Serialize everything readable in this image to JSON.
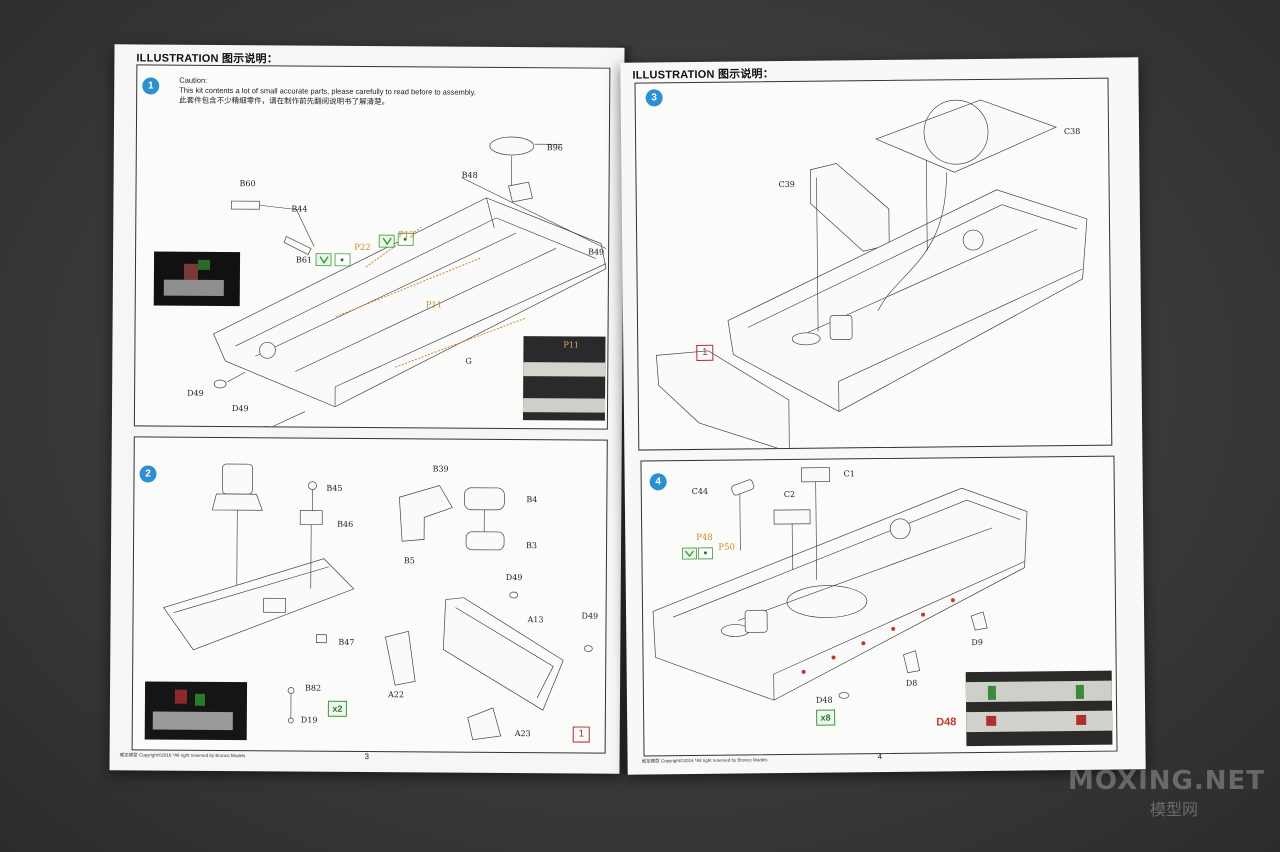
{
  "left_page": {
    "header": "ILLUSTRATION 图示说明：",
    "caution_title": "Caution:",
    "caution_en": "This kit contents a lot of small accurate parts, please carefully to read before to assembly.",
    "caution_cn": "此套件包含不少精细零件，请在制作前先翻阅说明书了解清楚。",
    "steps": [
      {
        "number": "1",
        "labels": [
          "B96",
          "B48",
          "B60",
          "B44",
          "B61",
          "P22",
          "P12",
          "B49",
          "P11",
          "G",
          "D49",
          "D49"
        ],
        "photo_label": "P11"
      },
      {
        "number": "2",
        "labels": [
          "B45",
          "B46",
          "B39",
          "B4",
          "B3",
          "B5",
          "D49",
          "D49",
          "A13",
          "B47",
          "A22",
          "B82",
          "D19",
          "A23"
        ],
        "multiplier": "x2",
        "ref": "1"
      }
    ],
    "footer": "威龙模型  Copyright©2016  *All right reserved by Bronco Models",
    "page_number": "3"
  },
  "right_page": {
    "header": "ILLUSTRATION 图示说明：",
    "steps": [
      {
        "number": "3",
        "labels": [
          "C38",
          "C39"
        ],
        "ref": "1"
      },
      {
        "number": "4",
        "labels": [
          "C1",
          "C44",
          "C2",
          "P48",
          "P50",
          "D9",
          "D8",
          "D48"
        ],
        "multiplier": "x8",
        "photo_label": "D48"
      }
    ],
    "footer": "威龙模型  Copyright©2016  *All right reserved by Bronco Models",
    "page_number": "4"
  },
  "watermark": {
    "main": "MOXING.NET",
    "sub": "模型网"
  },
  "colors": {
    "badge": "#2c8fd0",
    "accent_orange": "#c98a2a",
    "ref_red": "#b03030",
    "mult_green": "#3a9a3a"
  }
}
